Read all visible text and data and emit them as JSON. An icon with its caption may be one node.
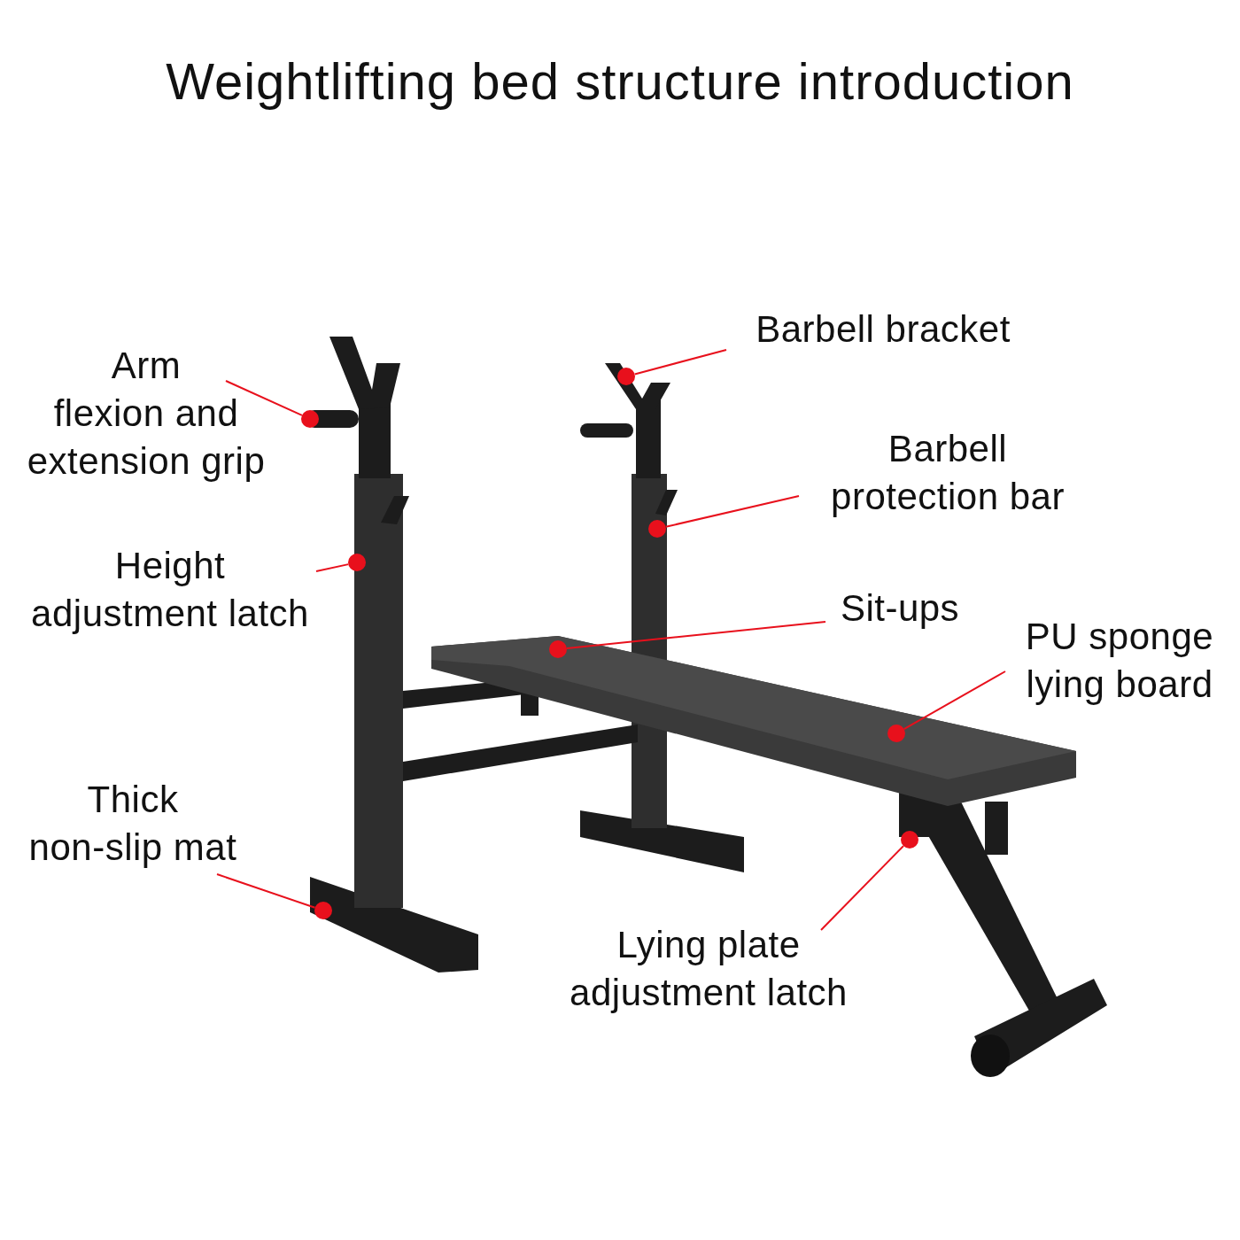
{
  "diagram": {
    "title": "Weightlifting bed structure introduction",
    "nodes": [
      {
        "text": [
          "Barbell bracket"
        ]
      },
      {
        "text": [
          "Arm flexion and extension grip"
        ]
      },
      {
        "text": [
          "Barbell protection bar"
        ]
      },
      {
        "text": [
          "Height adjustment latch"
        ]
      },
      {
        "text": [
          "Sit-ups"
        ]
      },
      {
        "text": [
          "PU sponge lying board"
        ]
      },
      {
        "text": [
          "Thick non-slip mat"
        ]
      },
      {
        "text": [
          "Lying plate adjustment latch"
        ]
      },
      {
        "text": [],
        "shape": "circle"
      },
      {
        "text": [],
        "shape": "circle"
      },
      {
        "text": [],
        "shape": "circle"
      },
      {
        "text": [],
        "shape": "circle"
      },
      {
        "text": [],
        "shape": "circle"
      },
      {
        "text": [],
        "shape": "circle"
      },
      {
        "text": [],
        "shape": "circle"
      },
      {
        "text": [],
        "shape": "circle"
      }
    ],
    "edges": [
      {
        "from": 0,
        "to": 8,
        "arrow": "none"
      },
      {
        "from": 1,
        "to": 9,
        "arrow": "none"
      },
      {
        "from": 2,
        "to": 10,
        "arrow": "none"
      },
      {
        "from": 3,
        "to": 11,
        "arrow": "none"
      },
      {
        "from": 4,
        "to": 12,
        "arrow": "none"
      },
      {
        "from": 5,
        "to": 13,
        "arrow": "none"
      },
      {
        "from": 6,
        "to": 14,
        "arrow": "none"
      },
      {
        "from": 7,
        "to": 15,
        "arrow": "none"
      }
    ]
  }
}
